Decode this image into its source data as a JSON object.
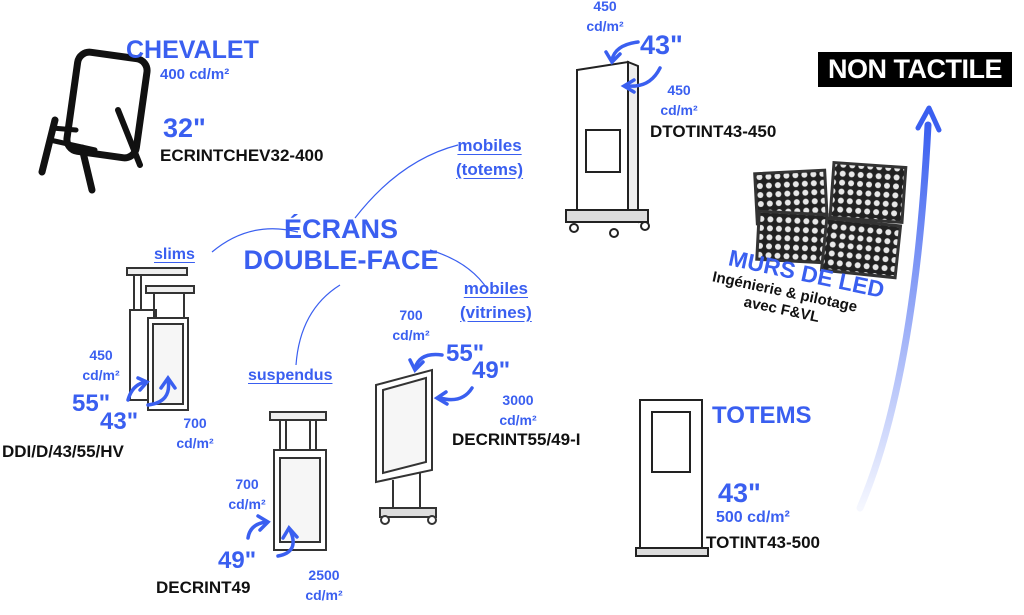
{
  "center": {
    "line1": "ÉCRANS",
    "line2": "DOUBLE-FACE"
  },
  "branches": {
    "slims": "slims",
    "suspendus": "suspendus",
    "mobiles_totems": {
      "line1": "mobiles",
      "line2": "(totems)"
    },
    "mobiles_vitrines": {
      "line1": "mobiles",
      "line2": "(vitrines)"
    }
  },
  "badge": "NON TACTILE",
  "chevalet": {
    "title": "CHEVALET",
    "brightness": "400 cd/m²",
    "size": "32\"",
    "ref": "ECRINTCHEV32-400"
  },
  "dtotint": {
    "b1_l1": "450",
    "b1_l2": "cd/m²",
    "size": "43\"",
    "b2_l1": "450",
    "b2_l2": "cd/m²",
    "ref": "DTOTINT43-450"
  },
  "murs": {
    "title": "MURS DE LED",
    "line1": "Ingénierie & pilotage",
    "line2": "avec F&VL"
  },
  "totems": {
    "title": "TOTEMS",
    "size": "43\"",
    "brightness": "500 cd/m²",
    "ref": "TOTINT43-500"
  },
  "ddi": {
    "b1_l1": "450",
    "b1_l2": "cd/m²",
    "size1": "55\"",
    "size2": "43\"",
    "b2_l1": "700",
    "b2_l2": "cd/m²",
    "ref": "DDI/D/43/55/HV"
  },
  "decrint49": {
    "b1_l1": "700",
    "b1_l2": "cd/m²",
    "size": "49\"",
    "b2_l1": "2500",
    "b2_l2": "cd/m²",
    "ref": "DECRINT49"
  },
  "decrint55": {
    "b1_l1": "700",
    "b1_l2": "cd/m²",
    "size1": "55\"",
    "size2": "49\"",
    "b2_l1": "3000",
    "b2_l2": "cd/m²",
    "ref": "DECRINT55/49-I"
  },
  "colors": {
    "accent": "#3a5ff0",
    "ink": "#111111"
  }
}
